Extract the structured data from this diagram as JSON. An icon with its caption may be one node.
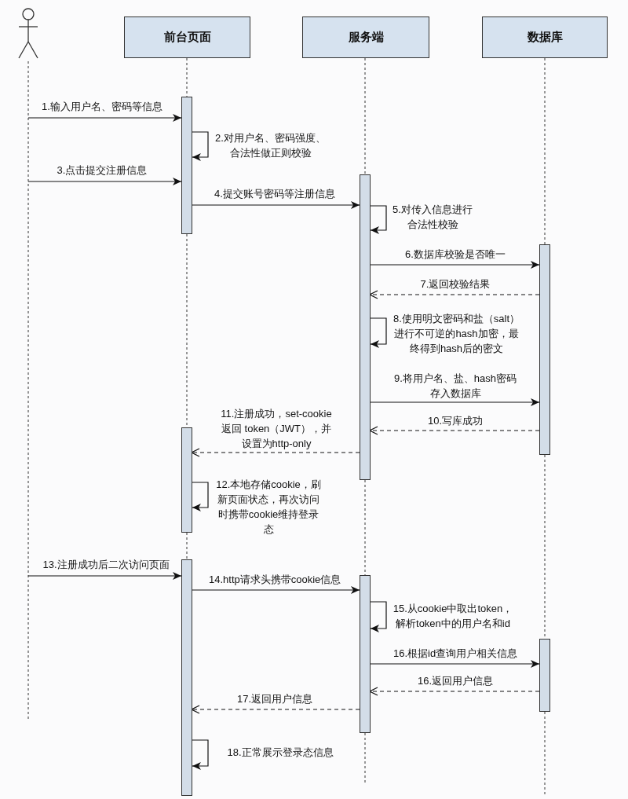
{
  "diagram": {
    "nodes": [
      {
        "text": [],
        "shape": "person"
      },
      {
        "text": [
          "前台页面"
        ]
      },
      {
        "text": [
          "服务端"
        ]
      },
      {
        "text": [
          "数据库"
        ]
      },
      {
        "text": [],
        "shape": "bar"
      },
      {
        "text": [],
        "shape": "bar"
      },
      {
        "text": [],
        "shape": "bar"
      },
      {
        "text": [],
        "shape": "bar"
      },
      {
        "text": [],
        "shape": "bar"
      },
      {
        "text": [],
        "shape": "bar"
      },
      {
        "text": [],
        "shape": "bar"
      }
    ],
    "edges": [
      {
        "from": null,
        "to": 4,
        "arrow": "to",
        "label": "1.输入用户名、密码等信息"
      },
      {
        "from": 4,
        "to": 4,
        "arrow": "to",
        "label": "2.对用户名、密码强度、合法性做正则校验"
      },
      {
        "from": null,
        "to": 4,
        "arrow": "to",
        "label": "3.点击提交注册信息"
      },
      {
        "from": 4,
        "to": 5,
        "arrow": "to",
        "label": "4.提交账号密码等注册信息"
      },
      {
        "from": 5,
        "to": 5,
        "arrow": "to",
        "label": "5.对传入信息进行合法性校验"
      },
      {
        "from": 5,
        "to": 6,
        "arrow": "to",
        "label": "6.数据库校验是否唯一"
      },
      {
        "from": 6,
        "to": 5,
        "arrow": "to",
        "style": "dashed",
        "label": "7.返回校验结果"
      },
      {
        "from": 5,
        "to": 5,
        "arrow": "to",
        "label": "8.使用明文密码和盐（salt）进行不可逆的hash加密，最终得到hash后的密文"
      },
      {
        "from": 5,
        "to": 6,
        "arrow": "to",
        "label": "9.将用户名、盐、hash密码存入数据库"
      },
      {
        "from": 6,
        "to": 5,
        "arrow": "to",
        "style": "dashed",
        "label": "10.写库成功"
      },
      {
        "from": 5,
        "to": 7,
        "arrow": "to",
        "style": "dashed",
        "label": "11.注册成功，set-cookie返回 token（JWT），并设置为http-only"
      },
      {
        "from": 7,
        "to": 7,
        "arrow": "to",
        "label": "12.本地存储cookie，刷新页面状态，再次访问时携带cookie维持登录态"
      },
      {
        "from": null,
        "to": 8,
        "arrow": "to",
        "label": "13.注册成功后二次访问页面"
      },
      {
        "from": 8,
        "to": 9,
        "arrow": "to",
        "label": "14.http请求头携带cookie信息"
      },
      {
        "from": 9,
        "to": 9,
        "arrow": "to",
        "label": "15.从cookie中取出token，解析token中的用户名和id"
      },
      {
        "from": 9,
        "to": 10,
        "arrow": "to",
        "label": "16.根据id查询用户相关信息"
      },
      {
        "from": 10,
        "to": 9,
        "arrow": "to",
        "style": "dashed",
        "label": "16.返回用户信息"
      },
      {
        "from": 9,
        "to": 8,
        "arrow": "to",
        "style": "dashed",
        "label": "17.返回用户信息"
      },
      {
        "from": 8,
        "to": 8,
        "arrow": "to",
        "label": "18.正常展示登录态信息"
      },
      {
        "from": 0,
        "to": null,
        "arrow": "none",
        "style": "dashed"
      },
      {
        "from": 1,
        "to": 4,
        "arrow": "none",
        "style": "dashed"
      },
      {
        "from": 4,
        "to": 7,
        "arrow": "none",
        "style": "dashed"
      },
      {
        "from": 7,
        "to": 8,
        "arrow": "none",
        "style": "dashed"
      },
      {
        "from": 2,
        "to": 5,
        "arrow": "none",
        "style": "dashed"
      },
      {
        "from": 5,
        "to": 9,
        "arrow": "none",
        "style": "dashed"
      },
      {
        "from": 9,
        "to": null,
        "arrow": "none",
        "style": "dashed"
      },
      {
        "from": 3,
        "to": 6,
        "arrow": "none",
        "style": "dashed"
      },
      {
        "from": 6,
        "to": 10,
        "arrow": "none",
        "style": "dashed"
      },
      {
        "from": 10,
        "to": null,
        "arrow": "none",
        "style": "dashed"
      }
    ]
  }
}
